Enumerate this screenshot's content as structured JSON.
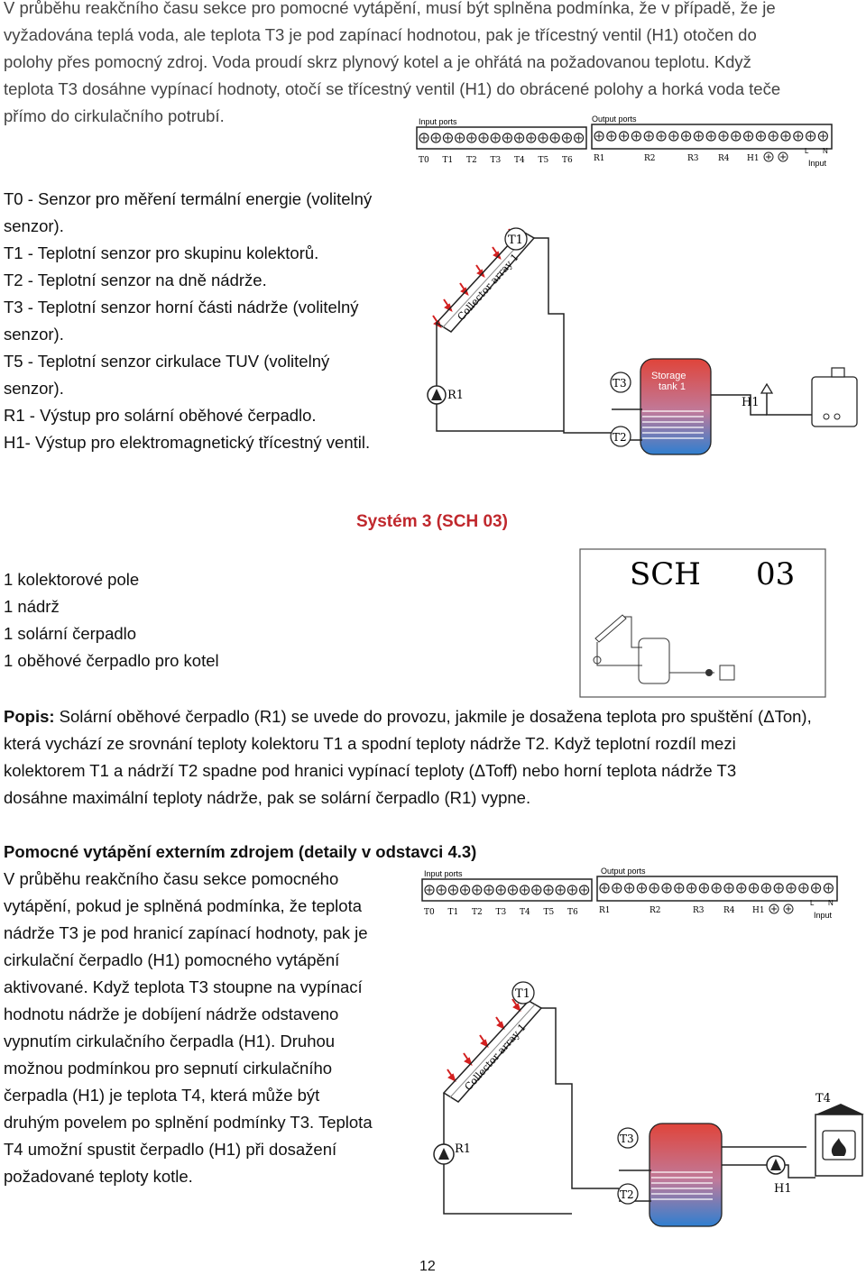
{
  "intro": {
    "lines": [
      "V průběhu reakčního času sekce pro pomocné vytápění, musí být splněna podmínka, že v případě, že je",
      "vyžadována teplá voda, ale teplota T3 je pod zapínací hodnotou, pak je třícestný ventil (H1) otočen do",
      "polohy přes pomocný zdroj. Voda proudí skrz plynový kotel a je ohřátá na požadovanou teplotu. Když",
      "teplota T3 dosáhne vypínací hodnoty, otočí se třícestný ventil (H1) do obrácené polohy a horká voda teče",
      "přímo do cirkulačního potrubí."
    ]
  },
  "sensors": {
    "lines": [
      "T0 - Senzor pro měření termální energie (volitelný",
      "senzor).",
      "T1 - Teplotní senzor pro skupinu kolektorů.",
      "T2 - Teplotní senzor na dně nádrže.",
      "T3 - Teplotní senzor horní části nádrže (volitelný",
      "senzor).",
      "T5 - Teplotní senzor cirkulace TUV (volitelný",
      "senzor).",
      "R1 - Výstup pro solární oběhové čerpadlo.",
      "H1- Výstup pro elektromagnetický třícestný ventil."
    ]
  },
  "terminal": {
    "input_label": "Input ports",
    "output_label": "Output ports",
    "inputs": [
      "T0",
      "T1",
      "T2",
      "T3",
      "T4",
      "T5",
      "T6"
    ],
    "outputs": [
      "R1",
      "R2",
      "R3",
      "R4",
      "H1"
    ],
    "power_in": "Input",
    "l_label": "L",
    "n_label": "N"
  },
  "diagram1": {
    "collector": "Collector array 1",
    "t1": "T1",
    "t3": "T3",
    "t2": "T2",
    "r1": "R1",
    "h1": "H1",
    "storage": "Storage",
    "tank": "tank 1"
  },
  "system3": {
    "heading": "Systém 3 (SCH 03)",
    "features": [
      "1 kolektorové pole",
      "1 nádrž",
      "1 solární čerpadlo",
      "1 oběhové čerpadlo pro kotel"
    ],
    "lcd_left": "SCH",
    "lcd_right": "03"
  },
  "popis": {
    "label": "Popis:",
    "lines": [
      " Solární oběhové čerpadlo (R1) se uvede do provozu, jakmile je dosažena teplota pro spuštění (ΔTon),",
      "která vychází ze srovnání teploty kolektoru T1 a spodní teploty nádrže T2. Když teplotní rozdíl mezi",
      "kolektorem T1 a nádrží T2 spadne pod hranici vypínací teploty (ΔToff) nebo horní teplota nádrže T3",
      "dosáhne maximální teploty nádrže, pak se solární čerpadlo (R1) vypne."
    ]
  },
  "aux": {
    "heading": "Pomocné vytápění externím zdrojem (detaily v odstavci 4.3)",
    "lines": [
      "V průběhu reakčního času sekce pomocného",
      "vytápění, pokud je splněná podmínka, že teplota",
      "nádrže T3 je pod hranicí zapínací hodnoty, pak je",
      "cirkulační čerpadlo (H1) pomocného vytápění",
      "aktivované. Když teplota T3 stoupne na vypínací",
      "hodnotu nádrže je dobíjení nádrže odstaveno",
      "vypnutím cirkulačního čerpadla (H1). Druhou",
      "možnou podmínkou pro sepnutí cirkulačního",
      "čerpadla (H1) je teplota T4, která může být",
      "druhým povelem po splnění podmínky T3. Teplota",
      "T4 umožní spustit čerpadlo (H1) při dosažení",
      "požadované teploty kotle."
    ]
  },
  "diagram2": {
    "collector": "Collector array 1",
    "t1": "T1",
    "t3": "T3",
    "t2": "T2",
    "r1": "R1",
    "h1": "H1",
    "t4": "T4"
  },
  "page_number": "12",
  "colors": {
    "heading_red": "#c0282d",
    "tank_top": "#e0443a",
    "tank_bottom": "#2f7fd0"
  }
}
